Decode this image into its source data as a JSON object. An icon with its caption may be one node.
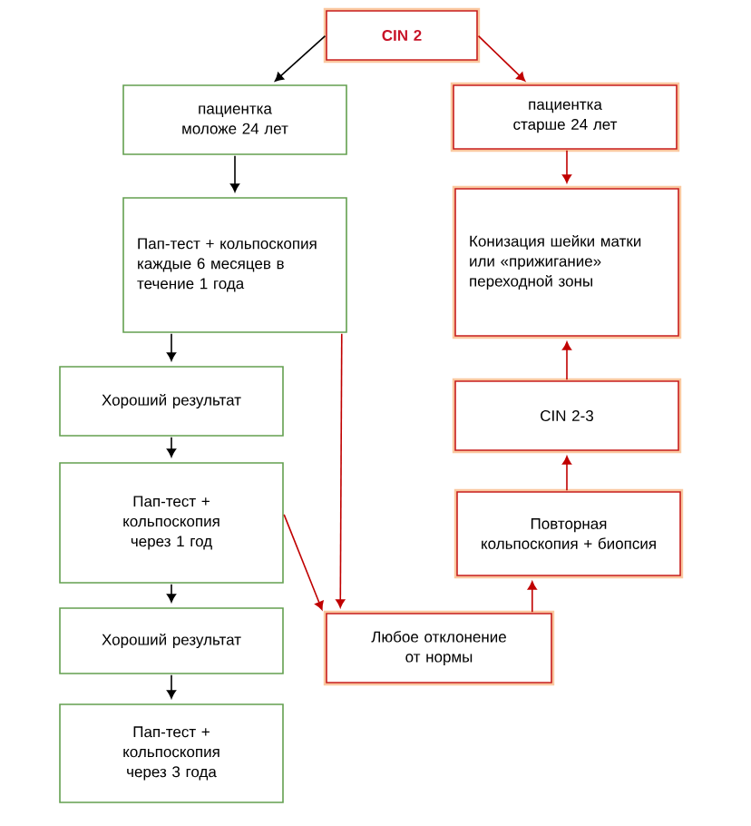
{
  "diagram": {
    "nodes": [
      {
        "text": [
          "CIN 2"
        ]
      },
      {
        "text": [
          "пациентка моложе 24 лет"
        ]
      },
      {
        "text": [
          "пациентка старше 24 лет"
        ]
      },
      {
        "text": [
          "Пап-тест + кольпоскопия каждые 6 месяцев в течение 1 года"
        ]
      },
      {
        "text": [
          "Конизация шейки матки или «прижигание» переходной зоны"
        ]
      },
      {
        "text": [
          "Хороший результат"
        ]
      },
      {
        "text": [
          "CIN 2-3"
        ]
      },
      {
        "text": [
          "Пап-тест + кольпоскопия через 1 год"
        ]
      },
      {
        "text": [
          "Повторная кольпоскопия  + биопсия"
        ]
      },
      {
        "text": [
          "Любое отклонение от нормы"
        ]
      },
      {
        "text": [
          "Хороший результат"
        ]
      },
      {
        "text": [
          "Пап-тест + кольпоскопия через 3 года"
        ]
      }
    ],
    "edges": [
      {
        "from": 0,
        "to": 1,
        "arrow": "to",
        "color": "#000000"
      },
      {
        "from": 0,
        "to": 2,
        "arrow": "to",
        "color": "#c00000"
      },
      {
        "from": 1,
        "to": 3,
        "arrow": "to",
        "color": "#000000"
      },
      {
        "from": 2,
        "to": 4,
        "arrow": "to",
        "color": "#c00000"
      },
      {
        "from": 3,
        "to": 5,
        "arrow": "to",
        "color": "#000000"
      },
      {
        "from": 3,
        "to": 9,
        "arrow": "to",
        "color": "#c00000"
      },
      {
        "from": 5,
        "to": 7,
        "arrow": "to",
        "color": "#000000"
      },
      {
        "from": 7,
        "to": 9,
        "arrow": "to",
        "color": "#c00000"
      },
      {
        "from": 7,
        "to": 10,
        "arrow": "to",
        "color": "#000000"
      },
      {
        "from": 10,
        "to": 11,
        "arrow": "to",
        "color": "#000000"
      },
      {
        "from": 9,
        "to": 8,
        "arrow": "to",
        "color": "#c00000"
      },
      {
        "from": 8,
        "to": 6,
        "arrow": "to",
        "color": "#c00000"
      },
      {
        "from": 6,
        "to": 4,
        "arrow": "to",
        "color": "#c00000"
      }
    ]
  }
}
